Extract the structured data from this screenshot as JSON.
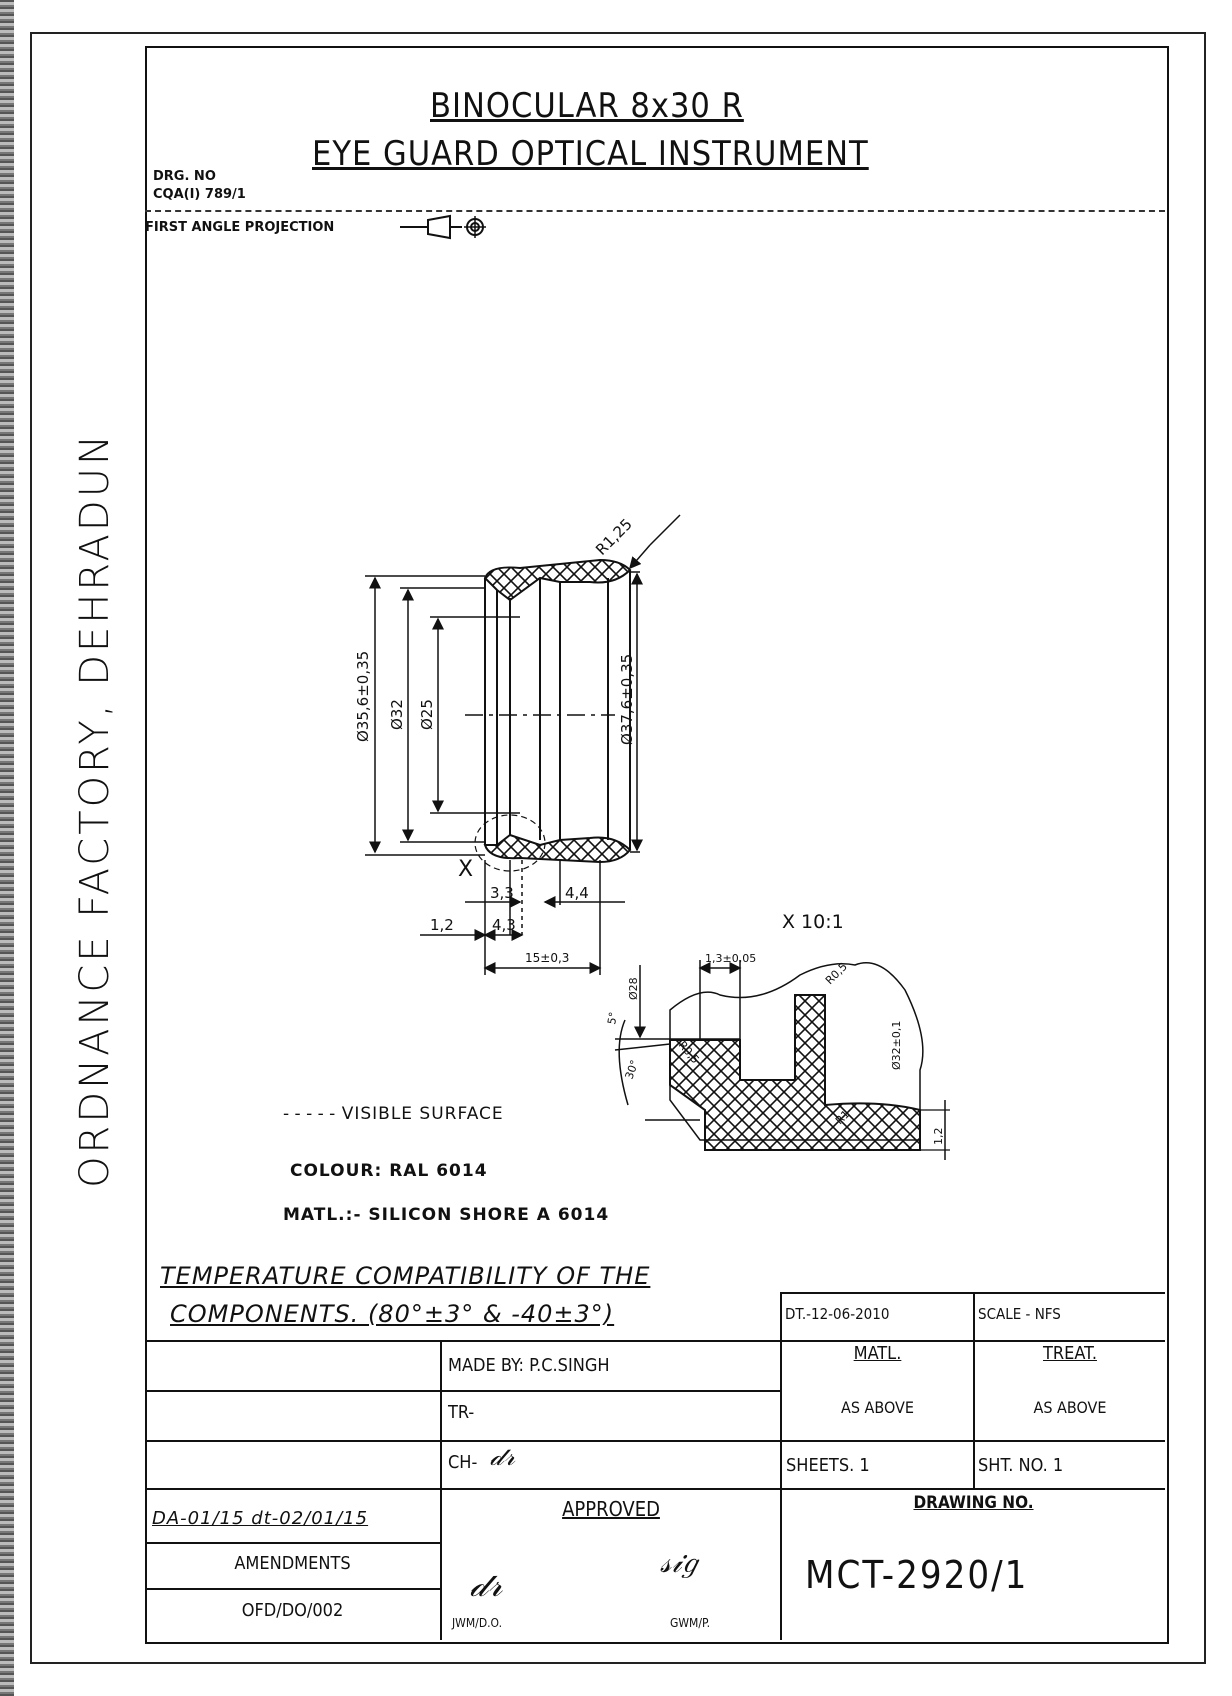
{
  "title": {
    "line1": "BINOCULAR 8x30 R",
    "line2": "EYE GUARD OPTICAL INSTRUMENT"
  },
  "drawing_ref": {
    "label": "DRG. NO",
    "value": "CQA(I) 789/1"
  },
  "projection": {
    "label": "FIRST ANGLE PROJECTION"
  },
  "side_text": "ORDNANCE FACTORY, DEHRADUN",
  "dimensions": {
    "d_outer": "Ø35,6±0,35",
    "d_32": "Ø32",
    "d_25": "Ø25",
    "d_37": "Ø37,6±0,35",
    "radius": "R1,25",
    "w_33": "3,3",
    "w_44": "4,4",
    "w_12": "1,2",
    "w_43": "4,3",
    "w_15": "15±0,3",
    "section_label": "X"
  },
  "detail": {
    "title": "X 10:1",
    "d_28": "Ø28",
    "w_13": "1,3±0,05",
    "r05_top": "R0,5",
    "r05_left": "R0,5",
    "d_32b": "Ø32±0,1",
    "angle5": "5°",
    "angle30": "30°",
    "r1": "R1",
    "h12": "1,2"
  },
  "notes": {
    "visible_surface": "VISIBLE SURFACE",
    "colour": "COLOUR: RAL 6014",
    "material": "MATL.:- SILICON SHORE A 6014",
    "temp_line1": "TEMPERATURE COMPATIBILITY OF THE",
    "temp_line2": "COMPONENTS. (80°±3° & -40±3°)"
  },
  "title_block": {
    "date": "DT.-12-06-2010",
    "scale": "SCALE - NFS",
    "made_by": "MADE BY: P.C.SINGH",
    "tr": "TR-",
    "ch": "CH-",
    "matl_label": "MATL.",
    "matl_value": "AS ABOVE",
    "treat_label": "TREAT.",
    "treat_value": "AS ABOVE",
    "sheets": "SHEETS. 1",
    "sheet_no": "SHT. NO. 1",
    "amendment_note": "DA-01/15 dt-02/01/15",
    "amendments": "AMENDMENTS",
    "form_no": "OFD/DO/002",
    "approved": "APPROVED",
    "jwm": "JWM/D.O.",
    "gwm": "GWM/P.",
    "drawing_no_label": "DRAWING NO.",
    "drawing_no": "MCT-2920/1"
  }
}
